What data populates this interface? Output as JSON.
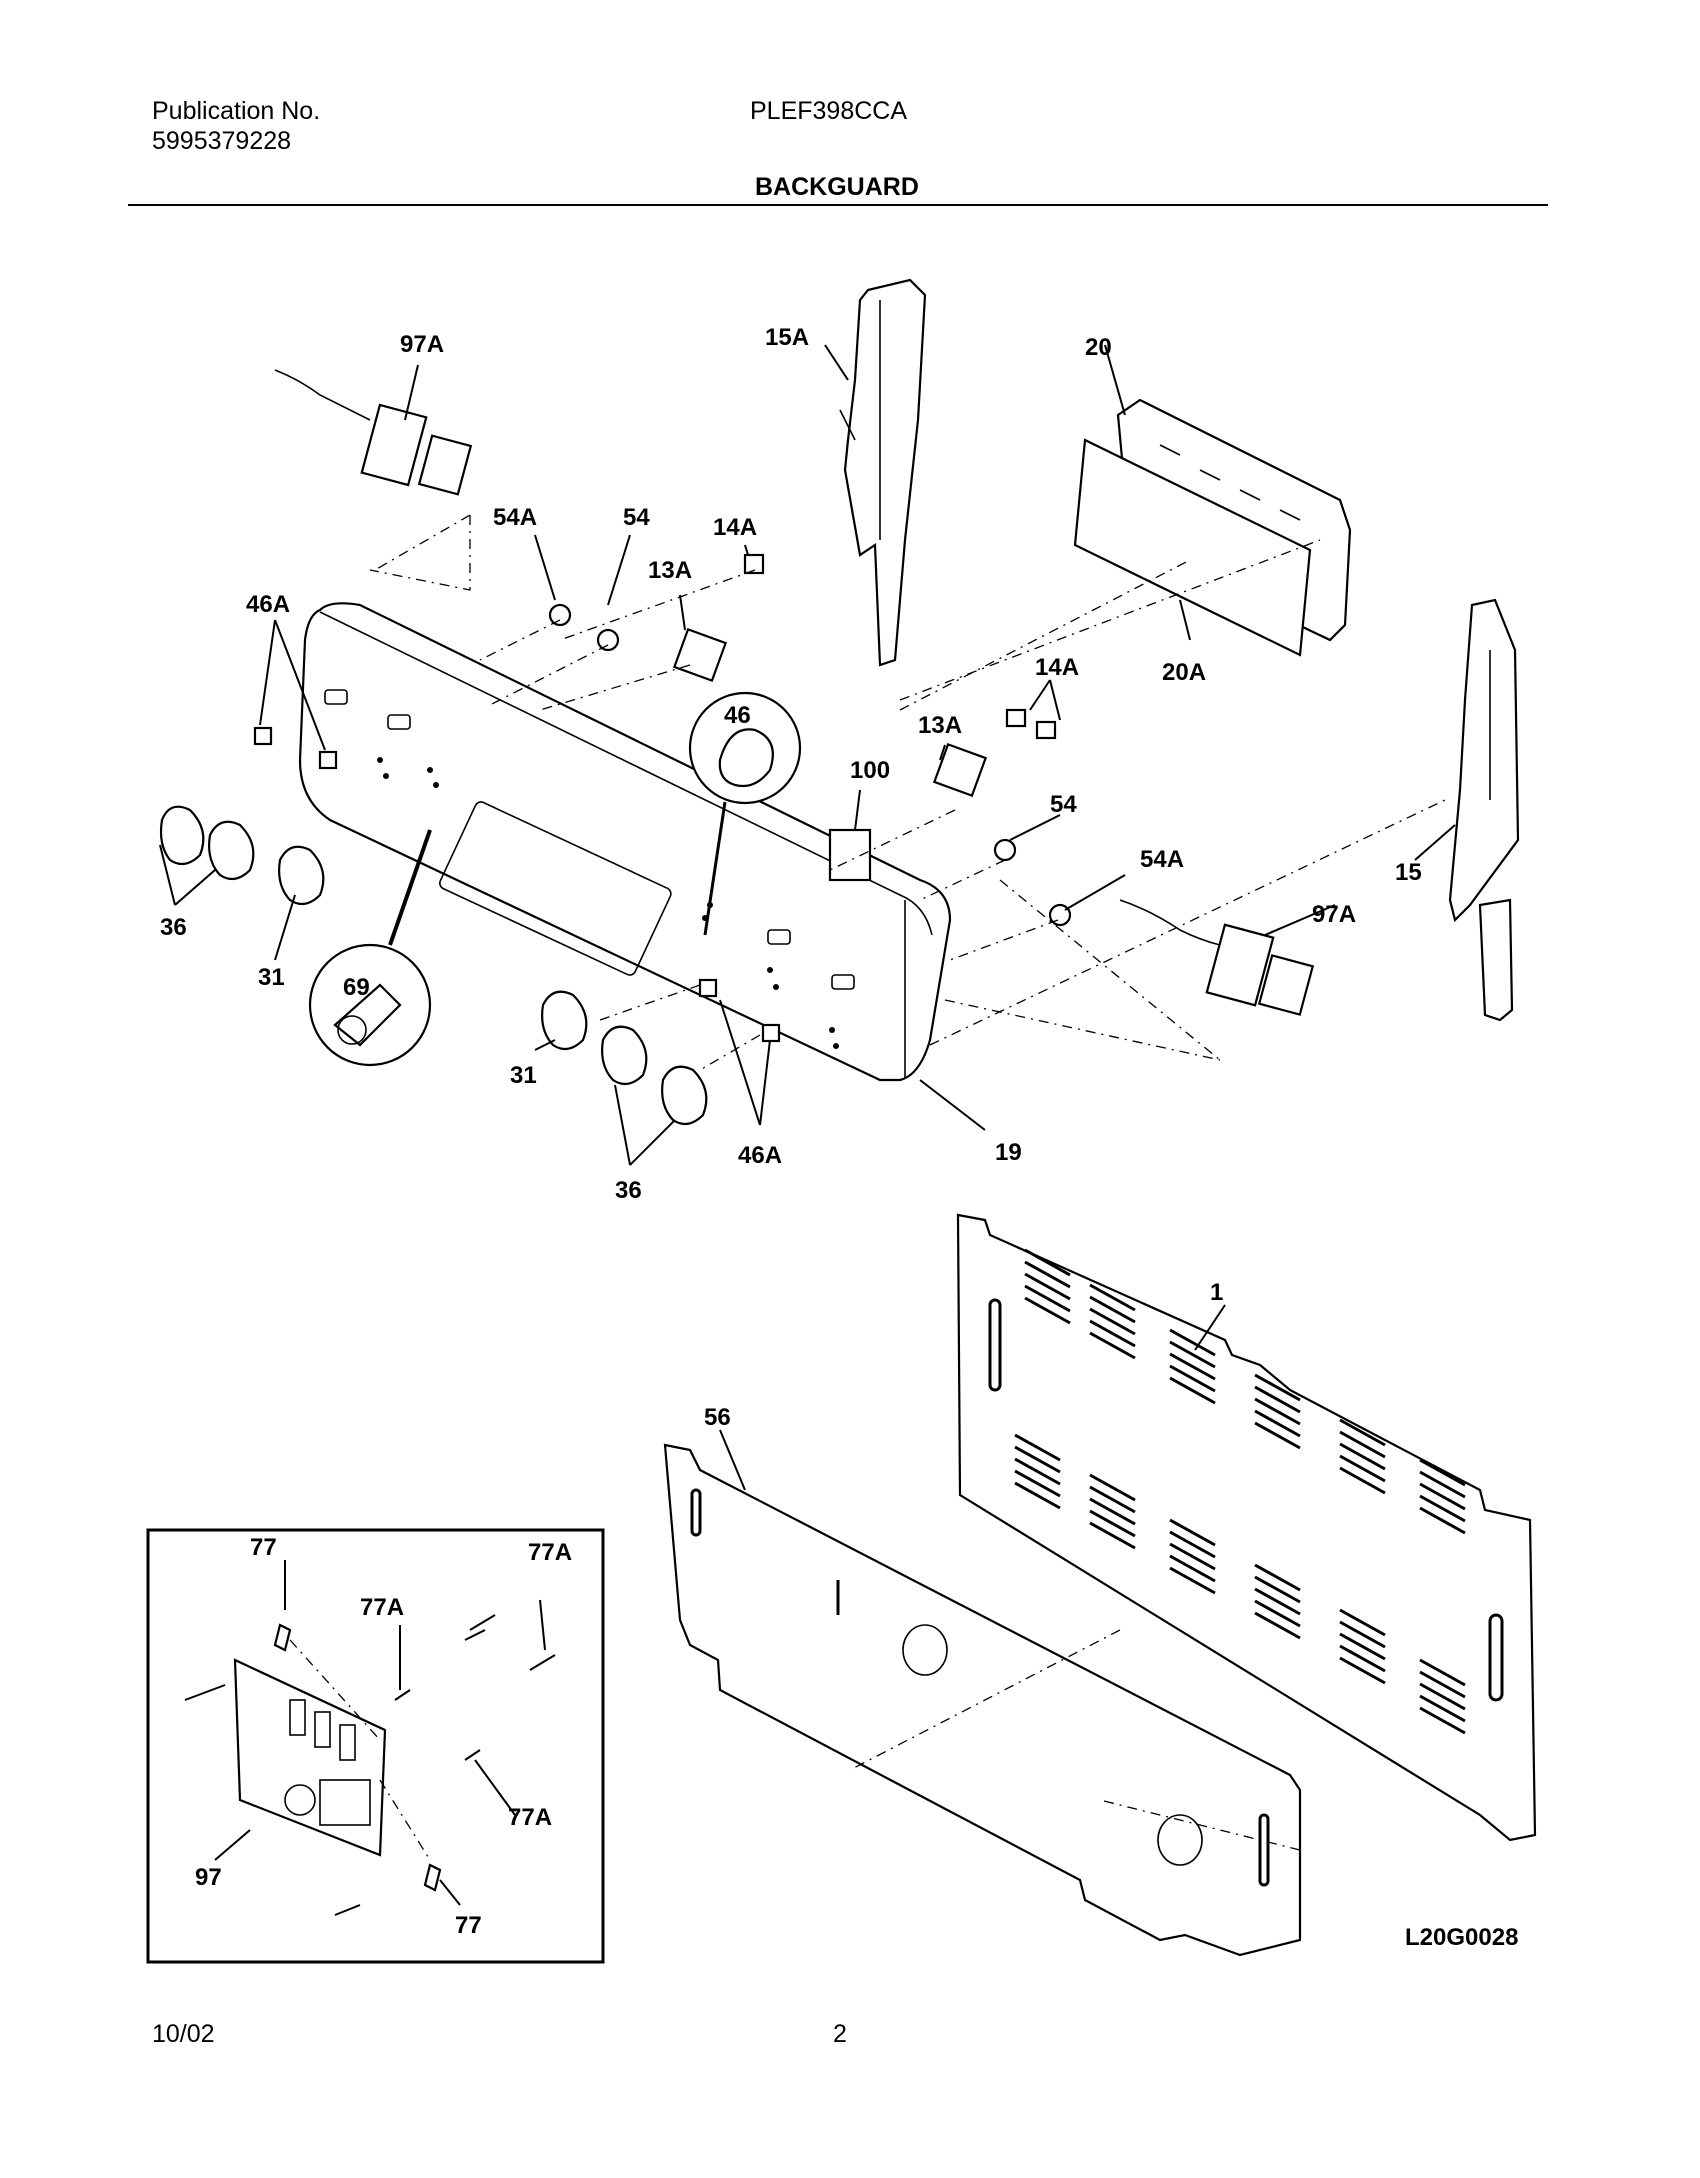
{
  "header": {
    "publication_label": "Publication No.",
    "publication_number": "5995379228",
    "model": "PLEF398CCA",
    "section_title": "BACKGUARD"
  },
  "footer": {
    "date": "10/02",
    "page_number": "2"
  },
  "diagram": {
    "drawing_code": "L20G0028",
    "callouts": {
      "c97A_top": "97A",
      "c15A": "15A",
      "c20": "20",
      "c54A_top": "54A",
      "c54_top": "54",
      "c14A_top": "14A",
      "c13A_top": "13A",
      "c46A_left": "46A",
      "c20A": "20A",
      "c46": "46",
      "c14A_mid": "14A",
      "c13A_mid": "13A",
      "c100": "100",
      "c54_mid": "54",
      "c54A_mid": "54A",
      "c97A_mid": "97A",
      "c15": "15",
      "c36_left": "36",
      "c31_left": "31",
      "c69": "69",
      "c31_bottom": "31",
      "c36_bottom": "36",
      "c46A_bottom": "46A",
      "c19": "19",
      "c1": "1",
      "c56": "56",
      "c77_top": "77",
      "c77A_top": "77A",
      "c77A_mid": "77A",
      "c77A_low": "77A",
      "c97": "97",
      "c77_bottom": "77"
    }
  }
}
